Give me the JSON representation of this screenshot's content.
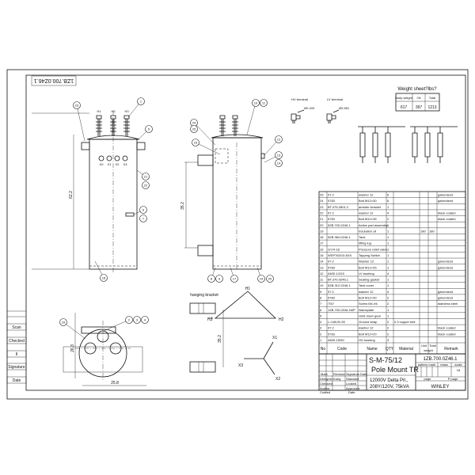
{
  "drawing_number": "1ZB.700.0Z46.1",
  "side_strip": [
    "Scan",
    "Checked",
    "II",
    "Signature",
    "Date"
  ],
  "front_view": {
    "hv_labels": [
      "H1",
      "H2",
      "H3"
    ],
    "lv_labels": [
      "X0",
      "X1",
      "X2",
      "X3"
    ],
    "height_dim": "62.2",
    "balloons": [
      "23",
      "1",
      "5",
      "21",
      "22",
      "6",
      "7",
      "18"
    ]
  },
  "side_view": {
    "bracket_dim": "35.2",
    "balloons": [
      "10",
      "11",
      "24",
      "25",
      "15",
      "12",
      "13",
      "14",
      "8",
      "9",
      "17",
      "19",
      "20"
    ]
  },
  "bottom_view": {
    "depth_dim": "26.3",
    "width_dim": "25.8",
    "balloons": [
      "16",
      "2",
      "3",
      "4"
    ]
  },
  "hanging_bracket": {
    "label": "hanging bracket",
    "gap_dim": "0.8",
    "span_dim": "35.2"
  },
  "terminals": {
    "hv_label": "HV terminal",
    "hv_dia": "Ø0.433",
    "lv_label": "LV terminal",
    "lv_dia": "Ø0.551"
  },
  "vector_diagram": {
    "delta": [
      "H1",
      "H2",
      "H3"
    ],
    "wye": [
      "X1",
      "X2",
      "X3"
    ]
  },
  "weight_sheet": {
    "title": "Weight sheet?lbs?",
    "headers": [
      "Body weight",
      "Oil",
      "Total"
    ],
    "values": [
      "617",
      "397",
      "1213"
    ]
  },
  "parts_table": {
    "headers": {
      "no": "No",
      "code": "Code",
      "name": "Name",
      "qty": "QTY",
      "material": "Material",
      "unit": "Unit",
      "total": "Total",
      "weight": "weight",
      "remark": "Remark"
    },
    "rows": [
      {
        "no": "25",
        "code": "97.2",
        "name": "washer 12",
        "qty": "6",
        "material": "",
        "unit": "",
        "total": "",
        "remark": "galvenized"
      },
      {
        "no": "24",
        "code": "5783",
        "name": "Bolt M12×30",
        "qty": "6",
        "material": "",
        "unit": "",
        "total": "",
        "remark": "galvenized"
      },
      {
        "no": "23",
        "code": "BT.475.Z801.2",
        "name": "arrester bracket",
        "qty": "1",
        "material": "",
        "unit": "",
        "total": "",
        "remark": ""
      },
      {
        "no": "22",
        "code": "97.2",
        "name": "washer 12",
        "qty": "4",
        "material": "",
        "unit": "",
        "total": "",
        "remark": "black coated"
      },
      {
        "no": "21",
        "code": "5783",
        "name": "Bolt M12×35",
        "qty": "2",
        "material": "",
        "unit": "",
        "total": "",
        "remark": "black coated"
      },
      {
        "no": "20",
        "code": "5ZB.700.0Z46.1",
        "name": "Active part assembly",
        "qty": "1",
        "material": "",
        "unit": "",
        "total": "",
        "remark": ""
      },
      {
        "no": "19",
        "code": "",
        "name": "Insulation oil",
        "qty": "1",
        "material": "",
        "unit": "180",
        "total": "180",
        "remark": ""
      },
      {
        "no": "18",
        "code": "5ZB.384.0Z46.1",
        "name": "Tank",
        "qty": "1",
        "material": "",
        "unit": "",
        "total": "",
        "remark": ""
      },
      {
        "no": "17",
        "code": "",
        "name": "lifting lug",
        "qty": "1",
        "material": "",
        "unit": "",
        "total": "",
        "remark": ""
      },
      {
        "no": "16",
        "code": "GY/4-18",
        "name": "Pressure relief valve",
        "qty": "1",
        "material": "",
        "unit": "",
        "total": "",
        "remark": ""
      },
      {
        "no": "15",
        "code": "WSP763/10-6X5",
        "name": "Tapping Switch",
        "qty": "1",
        "material": "",
        "unit": "",
        "total": "",
        "remark": ""
      },
      {
        "no": "14",
        "code": "97.2",
        "name": "Washer 12",
        "qty": "1",
        "material": "",
        "unit": "",
        "total": "",
        "remark": "galvenized"
      },
      {
        "no": "13",
        "code": "5783",
        "name": "Bolt M12×25",
        "qty": "1",
        "material": "",
        "unit": "",
        "total": "",
        "remark": "galvenized"
      },
      {
        "no": "12",
        "code": "ANSI-1/315",
        "name": "LV bushing",
        "qty": "4",
        "material": "",
        "unit": "",
        "total": "",
        "remark": ""
      },
      {
        "no": "11",
        "code": "BT.370.0Z46.1",
        "name": "Sealing gasket",
        "qty": "1",
        "material": "",
        "unit": "",
        "total": "",
        "remark": ""
      },
      {
        "no": "10",
        "code": "5ZB.312.0Z46.1",
        "name": "Tank cover",
        "qty": "1",
        "material": "",
        "unit": "",
        "total": "",
        "remark": ""
      },
      {
        "no": "9",
        "code": "97.2",
        "name": "washer 12",
        "qty": "4",
        "material": "",
        "unit": "",
        "total": "",
        "remark": "galvenized"
      },
      {
        "no": "8",
        "code": "5783",
        "name": "Bolt M12×30",
        "qty": "2",
        "material": "",
        "unit": "",
        "total": "",
        "remark": "galvenized"
      },
      {
        "no": "7",
        "code": "/T67",
        "name": "Screw M4.X6",
        "qty": "2",
        "material": "",
        "unit": "",
        "total": "",
        "remark": "stainless steel"
      },
      {
        "no": "6",
        "code": "1ZB.700.0Z46.1MP",
        "name": "Nameplate",
        "qty": "1",
        "material": "",
        "unit": "",
        "total": "",
        "remark": ""
      },
      {
        "no": "5",
        "code": "",
        "name": "Hold down gear",
        "qty": "1",
        "material": "",
        "unit": "",
        "total": "",
        "remark": ""
      },
      {
        "no": "4",
        "code": "L=180,B=30",
        "name": "Ground strap",
        "qty": "2",
        "material": "0.3 copper belt",
        "unit": "",
        "total": "",
        "remark": ""
      },
      {
        "no": "3",
        "code": "97.2",
        "name": "washer 12",
        "qty": "2",
        "material": "",
        "unit": "",
        "total": "",
        "remark": "black coated"
      },
      {
        "no": "2",
        "code": "5783",
        "name": "Bolt M12×20",
        "qty": "2",
        "material": "",
        "unit": "",
        "total": "",
        "remark": "black coated"
      },
      {
        "no": "1",
        "code": "ANSI-15/50",
        "name": "HV bushing",
        "qty": "3",
        "material": "",
        "unit": "",
        "total": "",
        "remark": ""
      }
    ]
  },
  "title_block": {
    "model": "S-M-75/12",
    "product": "Pole Mount TR",
    "rating_line1": "12000V Delta Pri.,",
    "rating_line2": "208Y/120V, 75kVA",
    "drawing_number": "1ZB.700.0Z46.1",
    "pattern_mark": "pattern mark",
    "mass": "mass",
    "scale": "scale",
    "scale_value": "18",
    "page": "page",
    "of_page": "P page",
    "company": "WINLEY",
    "rev_headers": [
      "Mark",
      "Revision",
      "Signature",
      "Date"
    ],
    "roles": [
      "Designer",
      "Checked",
      "Auditor",
      "Crafted"
    ],
    "designer_name": "Kang",
    "role_right": [
      "Standard",
      "Looked",
      "Approved",
      "Date"
    ]
  }
}
